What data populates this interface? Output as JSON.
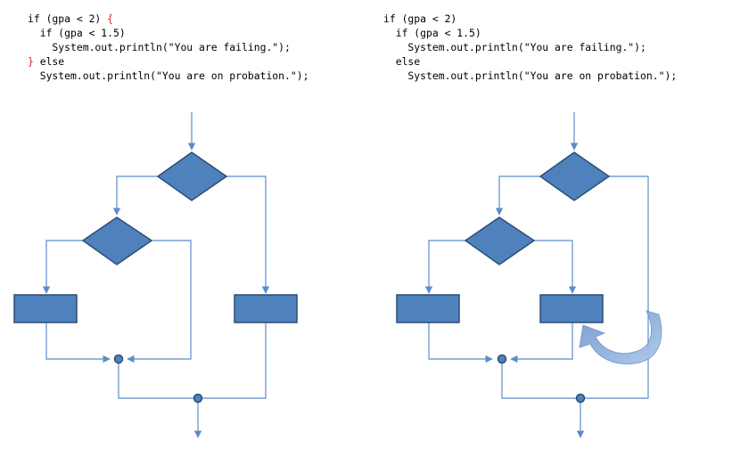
{
  "left_code": {
    "line1_prefix": "if (gpa < 2) ",
    "line1_brace": "{",
    "line2": "  if (gpa < 1.5)",
    "line3": "    System.out.println(\"You are failing.\");",
    "line4_brace": "}",
    "line4_rest": " else",
    "line5": "  System.out.println(\"You are on probation.\");"
  },
  "right_code": {
    "line1": "if (gpa < 2)",
    "line2": "  if (gpa < 1.5)",
    "line3": "    System.out.println(\"You are failing.\");",
    "line4": "  else",
    "line5": "    System.out.println(\"You are on probation.\");"
  },
  "colors": {
    "shape_fill": "#4f81bd",
    "shape_stroke": "#2c4d75",
    "connector": "#5b8ccb",
    "highlight_brace": "#e3222a",
    "curved_arrow": "#8db3e2"
  }
}
